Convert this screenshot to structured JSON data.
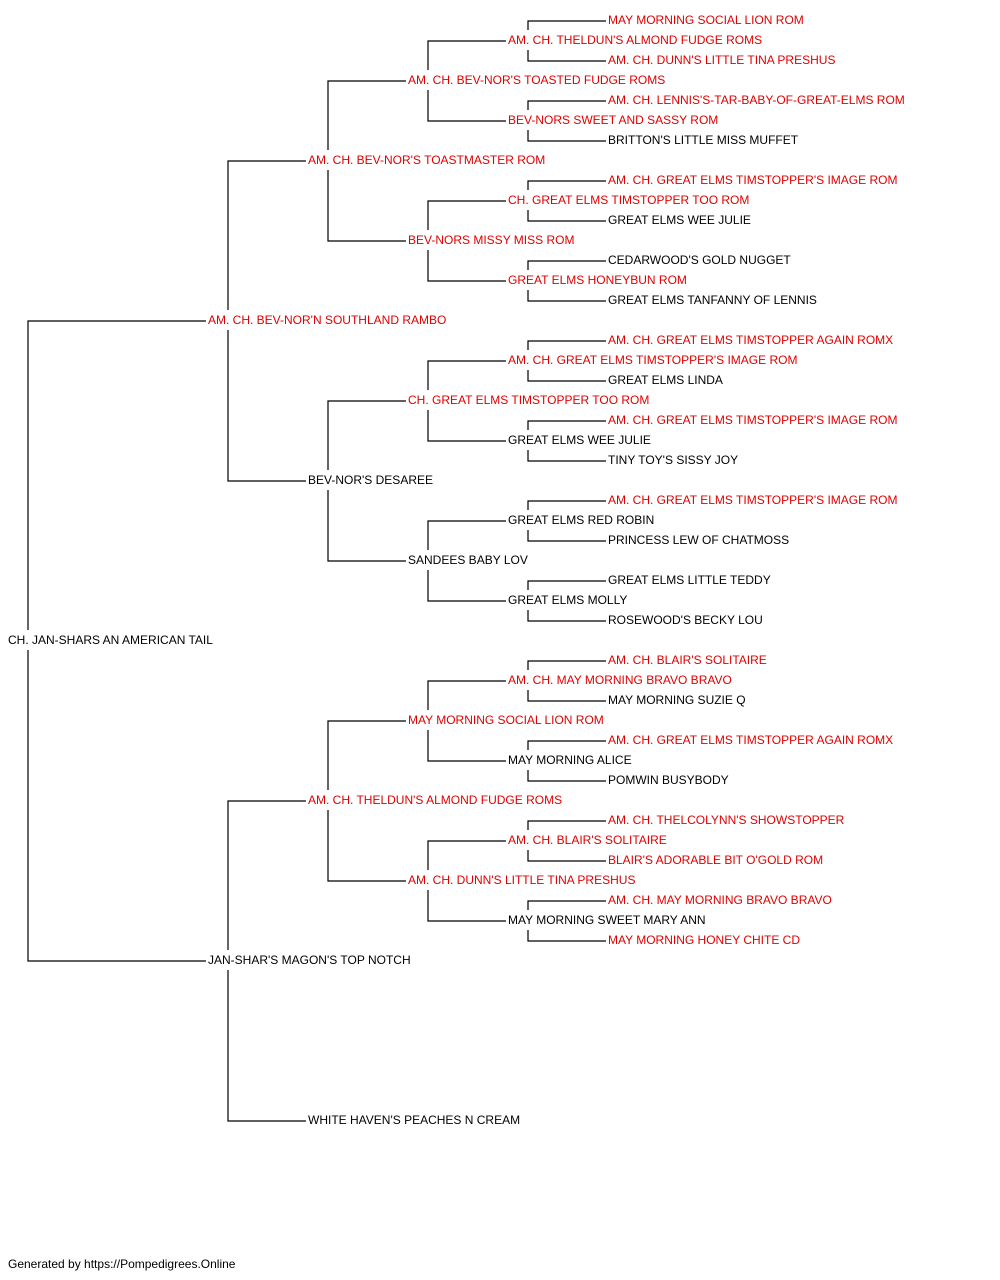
{
  "colors": {
    "title_holder": "#e00000",
    "regular": "#000000",
    "line": "#000000"
  },
  "pedigree": {
    "subject": "CH. JAN-SHARS AN AMERICAN TAIL",
    "dogs": [
      {
        "id": "s",
        "label": "CH. JAN-SHARS AN AMERICAN TAIL",
        "red": false
      },
      {
        "id": "S",
        "label": "AM. CH. BEV-NOR'N SOUTHLAND RAMBO",
        "red": true
      },
      {
        "id": "D",
        "label": "JAN-SHAR'S MAGON'S TOP NOTCH",
        "red": false
      },
      {
        "id": "SS",
        "label": "AM. CH. BEV-NOR'S TOASTMASTER ROM",
        "red": true
      },
      {
        "id": "SD",
        "label": "BEV-NOR'S DESAREE",
        "red": false
      },
      {
        "id": "DS",
        "label": "AM. CH. THELDUN'S ALMOND FUDGE ROMS",
        "red": true
      },
      {
        "id": "DD",
        "label": "WHITE HAVEN'S PEACHES N CREAM",
        "red": false
      },
      {
        "id": "SSS",
        "label": "AM. CH. BEV-NOR'S TOASTED FUDGE ROMS",
        "red": true
      },
      {
        "id": "SSD",
        "label": "BEV-NORS MISSY MISS ROM",
        "red": true
      },
      {
        "id": "SDS",
        "label": "CH. GREAT ELMS TIMSTOPPER TOO ROM",
        "red": true
      },
      {
        "id": "SDD",
        "label": "SANDEES BABY LOV",
        "red": false
      },
      {
        "id": "DSS",
        "label": "MAY MORNING SOCIAL LION ROM",
        "red": true
      },
      {
        "id": "DSD",
        "label": "AM. CH. DUNN'S LITTLE TINA PRESHUS",
        "red": true
      },
      {
        "id": "SSSS",
        "label": "AM. CH. THELDUN'S ALMOND FUDGE ROMS",
        "red": true
      },
      {
        "id": "SSSD",
        "label": "BEV-NORS SWEET AND SASSY ROM",
        "red": true
      },
      {
        "id": "SSDS",
        "label": "CH. GREAT ELMS TIMSTOPPER TOO ROM",
        "red": true
      },
      {
        "id": "SSDD",
        "label": "GREAT ELMS HONEYBUN ROM",
        "red": true
      },
      {
        "id": "SDSS",
        "label": "AM. CH. GREAT ELMS TIMSTOPPER'S IMAGE ROM",
        "red": true
      },
      {
        "id": "SDSD",
        "label": "GREAT ELMS WEE JULIE",
        "red": false
      },
      {
        "id": "SDDS",
        "label": "GREAT ELMS RED ROBIN",
        "red": false
      },
      {
        "id": "SDDD",
        "label": "GREAT ELMS MOLLY",
        "red": false
      },
      {
        "id": "DSSS",
        "label": "AM. CH. MAY MORNING BRAVO BRAVO",
        "red": true
      },
      {
        "id": "DSSD",
        "label": "MAY MORNING ALICE",
        "red": false
      },
      {
        "id": "DSDS",
        "label": "AM. CH. BLAIR'S SOLITAIRE",
        "red": true
      },
      {
        "id": "DSDD",
        "label": "MAY MORNING SWEET MARY ANN",
        "red": false
      },
      {
        "id": "SSSSS",
        "label": "MAY MORNING SOCIAL LION ROM",
        "red": true
      },
      {
        "id": "SSSSD",
        "label": "AM. CH. DUNN'S LITTLE TINA PRESHUS",
        "red": true
      },
      {
        "id": "SSSDS",
        "label": "AM. CH. LENNIS'S-TAR-BABY-OF-GREAT-ELMS ROM",
        "red": true
      },
      {
        "id": "SSSDD",
        "label": "BRITTON'S LITTLE MISS MUFFET",
        "red": false
      },
      {
        "id": "SSDSS",
        "label": "AM. CH. GREAT ELMS TIMSTOPPER'S IMAGE ROM",
        "red": true
      },
      {
        "id": "SSDSD",
        "label": "GREAT ELMS WEE JULIE",
        "red": false
      },
      {
        "id": "SSDDS",
        "label": "CEDARWOOD'S GOLD NUGGET",
        "red": false
      },
      {
        "id": "SSDDD",
        "label": "GREAT ELMS TANFANNY OF LENNIS",
        "red": false
      },
      {
        "id": "SDSSS",
        "label": "AM. CH. GREAT ELMS TIMSTOPPER AGAIN ROMX",
        "red": true
      },
      {
        "id": "SDSSD",
        "label": "GREAT ELMS LINDA",
        "red": false
      },
      {
        "id": "SDSDS",
        "label": "AM. CH. GREAT ELMS TIMSTOPPER'S IMAGE ROM",
        "red": true
      },
      {
        "id": "SDSDD",
        "label": "TINY TOY'S SISSY JOY",
        "red": false
      },
      {
        "id": "SDDSS",
        "label": "AM. CH. GREAT ELMS TIMSTOPPER'S IMAGE ROM",
        "red": true
      },
      {
        "id": "SDDSD",
        "label": "PRINCESS LEW OF CHATMOSS",
        "red": false
      },
      {
        "id": "SDDDS",
        "label": "GREAT ELMS LITTLE TEDDY",
        "red": false
      },
      {
        "id": "SDDDD",
        "label": "ROSEWOOD'S BECKY LOU",
        "red": false
      },
      {
        "id": "DSSSS",
        "label": "AM. CH. BLAIR'S SOLITAIRE",
        "red": true
      },
      {
        "id": "DSSSD",
        "label": "MAY MORNING SUZIE Q",
        "red": false
      },
      {
        "id": "DSSDS",
        "label": "AM. CH. GREAT ELMS TIMSTOPPER AGAIN ROMX",
        "red": true
      },
      {
        "id": "DSSDD",
        "label": "POMWIN BUSYBODY",
        "red": false
      },
      {
        "id": "DSDSS",
        "label": "AM. CH. THELCOLYNN'S SHOWSTOPPER",
        "red": true
      },
      {
        "id": "DSDSD",
        "label": "BLAIR'S ADORABLE BIT O'GOLD ROM",
        "red": true
      },
      {
        "id": "DSDDS",
        "label": "AM. CH. MAY MORNING BRAVO BRAVO",
        "red": true
      },
      {
        "id": "DSDDD",
        "label": "MAY MORNING HONEY CHITE CD",
        "red": true
      }
    ],
    "links": [
      [
        "s",
        "S"
      ],
      [
        "s",
        "D"
      ],
      [
        "S",
        "SS"
      ],
      [
        "S",
        "SD"
      ],
      [
        "D",
        "DS"
      ],
      [
        "D",
        "DD"
      ],
      [
        "SS",
        "SSS"
      ],
      [
        "SS",
        "SSD"
      ],
      [
        "SD",
        "SDS"
      ],
      [
        "SD",
        "SDD"
      ],
      [
        "DS",
        "DSS"
      ],
      [
        "DS",
        "DSD"
      ],
      [
        "SSS",
        "SSSS"
      ],
      [
        "SSS",
        "SSSD"
      ],
      [
        "SSD",
        "SSDS"
      ],
      [
        "SSD",
        "SSDD"
      ],
      [
        "SDS",
        "SDSS"
      ],
      [
        "SDS",
        "SDSD"
      ],
      [
        "SDD",
        "SDDS"
      ],
      [
        "SDD",
        "SDDD"
      ],
      [
        "DSS",
        "DSSS"
      ],
      [
        "DSS",
        "DSSD"
      ],
      [
        "DSD",
        "DSDS"
      ],
      [
        "DSD",
        "DSDD"
      ],
      [
        "SSSS",
        "SSSSS"
      ],
      [
        "SSSS",
        "SSSSD"
      ],
      [
        "SSSD",
        "SSSDS"
      ],
      [
        "SSSD",
        "SSSDD"
      ],
      [
        "SSDS",
        "SSDSS"
      ],
      [
        "SSDS",
        "SSDSD"
      ],
      [
        "SSDD",
        "SSDDS"
      ],
      [
        "SSDD",
        "SSDDD"
      ],
      [
        "SDSS",
        "SDSSS"
      ],
      [
        "SDSS",
        "SDSSD"
      ],
      [
        "SDSD",
        "SDSDS"
      ],
      [
        "SDSD",
        "SDSDD"
      ],
      [
        "SDDS",
        "SDDSS"
      ],
      [
        "SDDS",
        "SDDSD"
      ],
      [
        "SDDD",
        "SDDDS"
      ],
      [
        "SDDD",
        "SDDDD"
      ],
      [
        "DSSS",
        "DSSSS"
      ],
      [
        "DSSS",
        "DSSSD"
      ],
      [
        "DSSD",
        "DSSDS"
      ],
      [
        "DSSD",
        "DSSDD"
      ],
      [
        "DSDS",
        "DSDSS"
      ],
      [
        "DSDS",
        "DSDSD"
      ],
      [
        "DSDD",
        "DSDDS"
      ],
      [
        "DSDD",
        "DSDDD"
      ]
    ]
  },
  "footer": {
    "text": "Generated by https://Pompedigrees.Online"
  }
}
